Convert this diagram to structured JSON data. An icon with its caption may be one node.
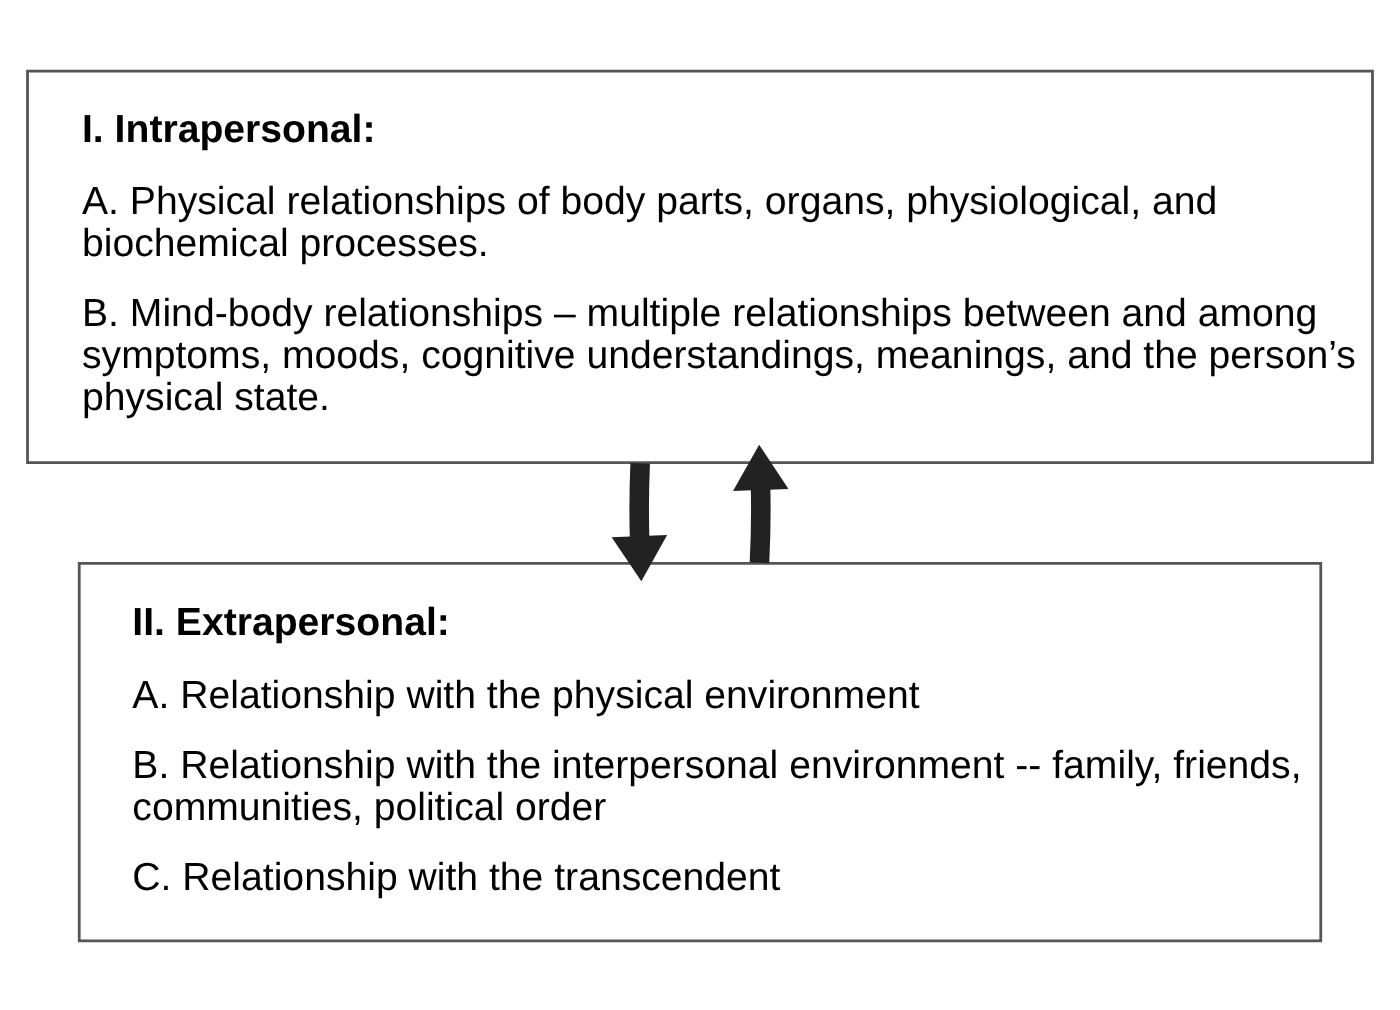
{
  "diagram": {
    "nodes": [
      {
        "text": [
          "I. Intrapersonal:",
          "A. Physical relationships of body parts, organs, physiological, and biochemical processes.",
          "B. Mind-body relationships – multiple relationships between and among symptoms, moods, cognitive understandings, meanings, and the person’s physical state."
        ]
      },
      {
        "text": [
          "II. Extrapersonal:",
          "A. Relationship with the physical environment",
          "B. Relationship with the interpersonal environment -- family, friends, communities, political order",
          "C. Relationship with the transcendent"
        ]
      }
    ],
    "edges": [
      {
        "from": 0,
        "to": 1,
        "arrow": "to"
      },
      {
        "from": 1,
        "to": 0,
        "arrow": "to"
      }
    ]
  }
}
